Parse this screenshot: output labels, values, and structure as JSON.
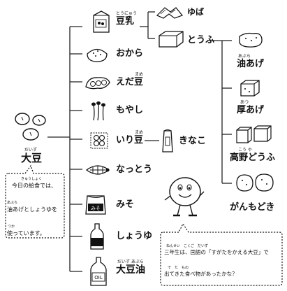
{
  "root": {
    "label": "大豆",
    "ruby": "だいず"
  },
  "items": [
    {
      "key": "tounyuu",
      "label": "豆乳",
      "ruby": "とうにゅう"
    },
    {
      "key": "okara",
      "label": "おから",
      "ruby": ""
    },
    {
      "key": "edamame",
      "label": "えだ豆",
      "ruby": "まめ"
    },
    {
      "key": "moyashi",
      "label": "もやし",
      "ruby": ""
    },
    {
      "key": "irimame",
      "label": "いり豆",
      "ruby": "まめ"
    },
    {
      "key": "nattou",
      "label": "なっとう",
      "ruby": ""
    },
    {
      "key": "miso",
      "label": "みそ",
      "ruby": ""
    },
    {
      "key": "shouyu",
      "label": "しょうゆ",
      "ruby": ""
    },
    {
      "key": "daizuabura",
      "label": "大豆油",
      "ruby": "だいず あぶら"
    }
  ],
  "tounyuu_products": [
    {
      "key": "yuba",
      "label": "ゆば"
    },
    {
      "key": "toufu",
      "label": "とうふ"
    }
  ],
  "irimame_product": {
    "label": "きなこ"
  },
  "toufu_products": [
    {
      "key": "aburaage",
      "label": "油あげ",
      "ruby": "あぶら"
    },
    {
      "key": "atsuage",
      "label": "厚あげ",
      "ruby": "あつ"
    },
    {
      "key": "kouyadoufu",
      "label": "高野どうふ",
      "ruby": "こう や"
    },
    {
      "key": "ganmodoki",
      "label": "がんもどき",
      "ruby": ""
    }
  ],
  "package_texts": {
    "miso": "みそ",
    "oil": "OIL"
  },
  "bubble_left": {
    "line1": "今日の給食では、",
    "line2": "油あげとしょうゆを",
    "line3": "使っています。",
    "ruby1": "きゅうしょく",
    "ruby2": "あぶら",
    "ruby3": "つか"
  },
  "bubble_right": {
    "line1": "三年生は、国語の「すがたをかえる大豆」で",
    "line2": "出てきた食べ物があったかな？",
    "ruby1": "ねんせい　こくご　だいず",
    "ruby2": "で　た　もの"
  }
}
